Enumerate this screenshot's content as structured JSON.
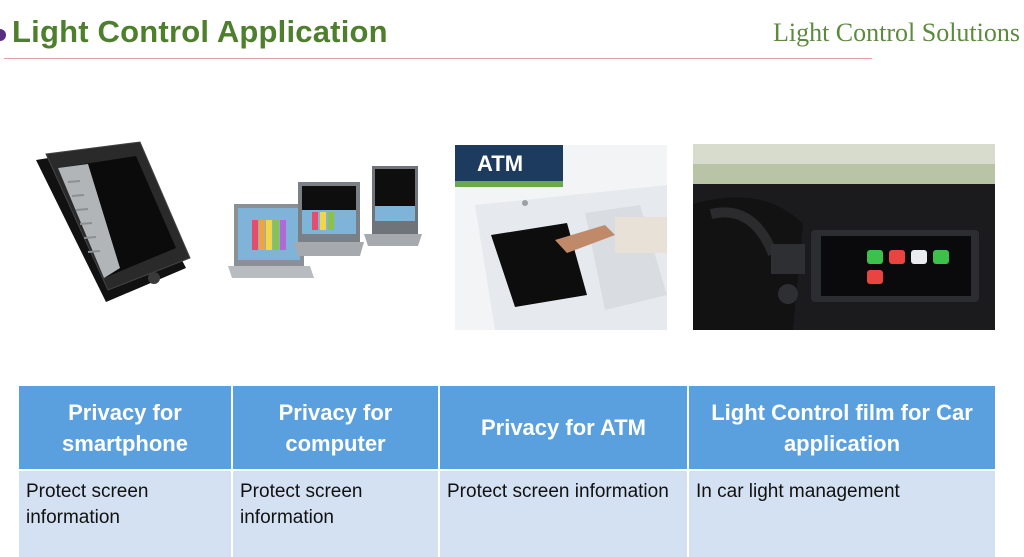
{
  "header": {
    "title": "Light Control Application",
    "brand": "Light Control Solutions"
  },
  "colors": {
    "title_green": "#4e7f2c",
    "header_blue": "#5aa0de",
    "cell_blue": "#d4e1f3"
  },
  "photos": {
    "atm_sign": "ATM"
  },
  "table": {
    "headers": [
      "Privacy for smartphone",
      "Privacy for computer",
      "Privacy for ATM",
      "Light Control film for Car application"
    ],
    "cells": [
      "Protect screen information",
      "Protect screen information",
      "Protect screen information",
      "In car light management"
    ]
  }
}
